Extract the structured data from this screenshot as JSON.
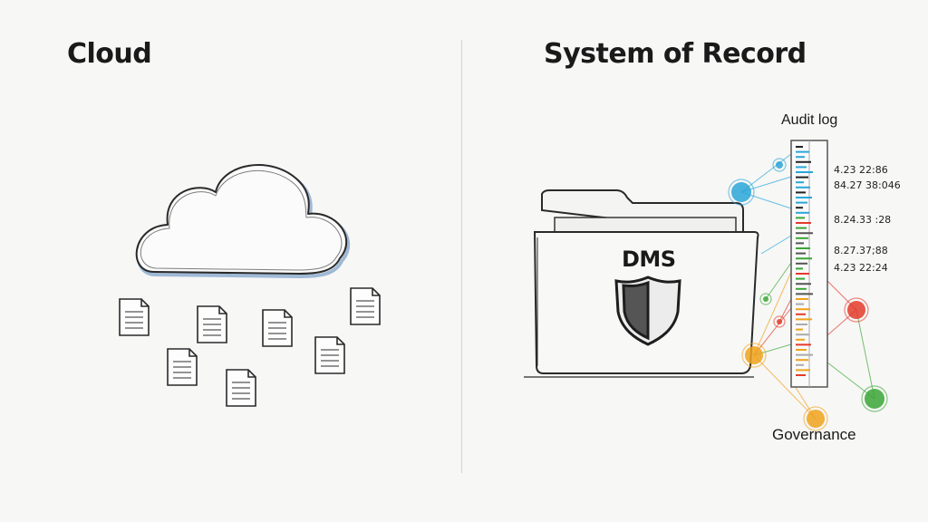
{
  "left_panel": {
    "title": "Cloud"
  },
  "right_panel": {
    "title": "System of Record",
    "folder_label": "DMS",
    "audit_label": "Audit log",
    "governance_label": "Governance",
    "timestamps": [
      "4.23 22:86",
      "84.27 38:046",
      "8.24.33 :28",
      "8.27.37;88",
      "4.23 22:24"
    ]
  },
  "colors": {
    "cloud_shadow": "#9fb9d6",
    "node_blue": "#2aa6d8",
    "node_red": "#e43b2c",
    "node_green": "#3aa635",
    "node_orange": "#f0a21c"
  },
  "icons": [
    "cloud-icon",
    "document-icon",
    "folder-icon",
    "shield-icon",
    "audit-log-icon"
  ]
}
